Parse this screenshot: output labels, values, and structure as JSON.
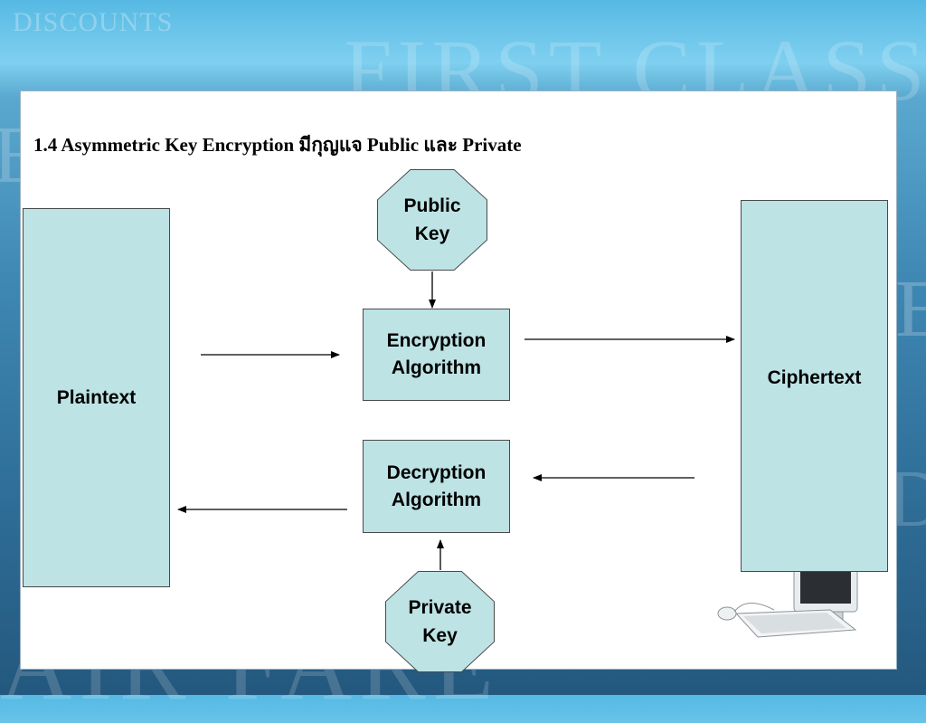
{
  "background": {
    "watermark_top_left": "DISCOUNTS",
    "watermark_top": "FIRST CLASS",
    "watermark_bottom": "AIR FARE",
    "colors": {
      "sky_light": "#7fd0f0",
      "sky_dark": "#24587e"
    }
  },
  "slide": {
    "title": "1.4 Asymmetric Key Encryption มีกุญแจ Public และ Private"
  },
  "diagram": {
    "plaintext": "Plaintext",
    "ciphertext": "Ciphertext",
    "public_key": {
      "line1": "Public",
      "line2": "Key"
    },
    "private_key": {
      "line1": "Private",
      "line2": "Key"
    },
    "encryption": {
      "line1": "Encryption",
      "line2": "Algorithm"
    },
    "decryption": {
      "line1": "Decryption",
      "line2": "Algorithm"
    },
    "box_fill": "#bde3e5",
    "line_color": "#000000"
  },
  "decoration": {
    "computer": "computer-icon"
  }
}
